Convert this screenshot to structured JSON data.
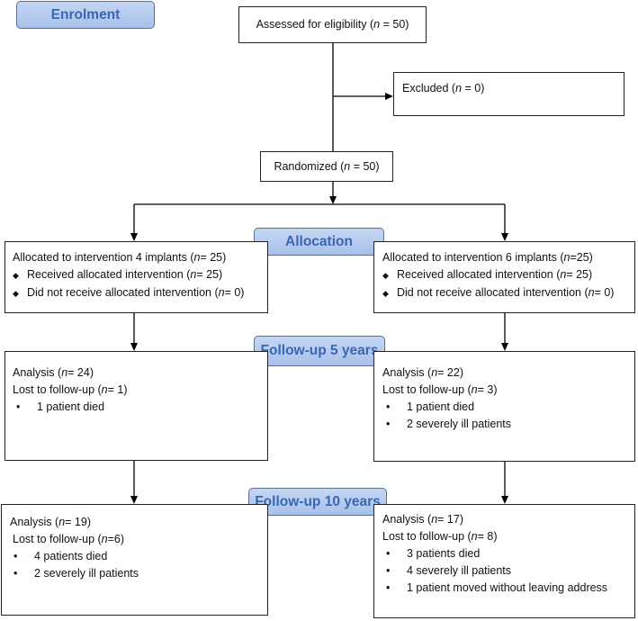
{
  "stages": {
    "enrolment": "Enrolment",
    "allocation": "Allocation",
    "followup5": "Follow-up 5 years",
    "followup10": "Follow-up 10 years"
  },
  "assessed": {
    "prefix": "Assessed for eligibility (",
    "n": "n",
    "value": " = 50)"
  },
  "excluded": {
    "prefix": "Excluded  (",
    "n": "n",
    "value": " = 0)"
  },
  "randomized": {
    "prefix": "Randomized (",
    "n": "n",
    "value": " = 50)"
  },
  "left": {
    "allocation": {
      "title": {
        "prefix": "Allocated to intervention 4 implants (",
        "n": "n",
        "value": " = 25)"
      },
      "received": {
        "prefix": "Received allocated intervention (",
        "n": "n",
        "value": " = 25)"
      },
      "not_received": {
        "prefix": "Did not receive allocated intervention (",
        "n": "n",
        "value": " = 0)"
      }
    },
    "fu5": {
      "analysis": {
        "prefix": "Analysis  (",
        "n": "n",
        "value": " = 24)"
      },
      "lost": {
        "prefix": "Lost to follow-up (",
        "n": "n",
        "value": " = 1)"
      },
      "reasons": [
        "1 patient died"
      ]
    },
    "fu10": {
      "analysis": {
        "prefix": "Analysis  (",
        "n": "n",
        "value": " = 19)"
      },
      "lost": {
        "prefix": "Lost to follow-up (",
        "n": "n",
        "value": " =6)"
      },
      "reasons": [
        "4 patients died",
        "2 severely ill patients"
      ]
    }
  },
  "right": {
    "allocation": {
      "title": {
        "prefix": "Allocated to intervention 6 implants (",
        "n": "n",
        "value": " =25)"
      },
      "received": {
        "prefix": "Received allocated intervention (",
        "n": "n",
        "value": " = 25)"
      },
      "not_received": {
        "prefix": "Did not receive allocated intervention (",
        "n": "n",
        "value": " = 0)"
      }
    },
    "fu5": {
      "analysis": {
        "prefix": "Analysis  (",
        "n": "n",
        "value": " = 22)"
      },
      "lost": {
        "prefix": "Lost to follow-up (",
        "n": "n",
        "value": " = 3)"
      },
      "reasons": [
        "1 patient died",
        "2 severely ill patients"
      ]
    },
    "fu10": {
      "analysis": {
        "prefix": "Analysis  (",
        "n": "n",
        "value": " = 17)"
      },
      "lost": {
        "prefix": "Lost to follow-up (",
        "n": "n",
        "value": " = 8)"
      },
      "reasons": [
        "3 patients died",
        "4 severely ill patients",
        "1 patient moved without leaving address"
      ]
    }
  },
  "symbols": {
    "diamond": "◆",
    "bullet": "•"
  }
}
